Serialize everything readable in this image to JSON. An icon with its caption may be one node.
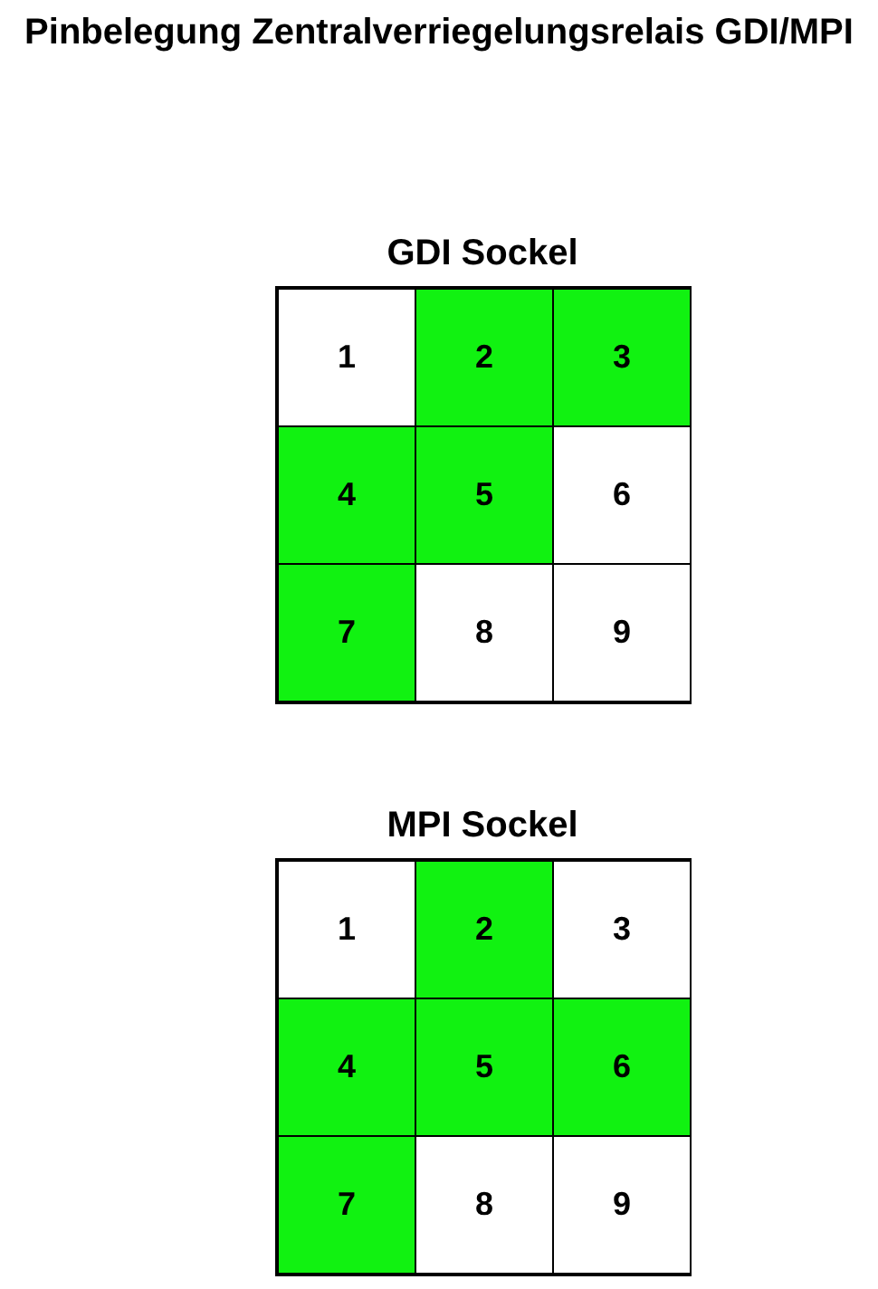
{
  "diagram": {
    "title": "Pinbelegung Zentralverriegelungsrelais GDI/MPI",
    "nodes": [
      {
        "text": [
          "GDI Sockel"
        ]
      },
      {
        "text": [
          "1"
        ],
        "in": 0
      },
      {
        "text": [
          "2"
        ],
        "in": 0
      },
      {
        "text": [
          "3"
        ],
        "in": 0
      },
      {
        "text": [
          "4"
        ],
        "in": 0
      },
      {
        "text": [
          "5"
        ],
        "in": 0
      },
      {
        "text": [
          "6"
        ],
        "in": 0
      },
      {
        "text": [
          "7"
        ],
        "in": 0
      },
      {
        "text": [
          "8"
        ],
        "in": 0
      },
      {
        "text": [
          "9"
        ],
        "in": 0
      },
      {
        "text": [
          "MPI Sockel"
        ]
      },
      {
        "text": [
          "1"
        ],
        "in": 10
      },
      {
        "text": [
          "2"
        ],
        "in": 10
      },
      {
        "text": [
          "3"
        ],
        "in": 10
      },
      {
        "text": [
          "4"
        ],
        "in": 10
      },
      {
        "text": [
          "5"
        ],
        "in": 10
      },
      {
        "text": [
          "6"
        ],
        "in": 10
      },
      {
        "text": [
          "7"
        ],
        "in": 10
      },
      {
        "text": [
          "8"
        ],
        "in": 10
      },
      {
        "text": [
          "9"
        ],
        "in": 10
      }
    ],
    "edges": []
  }
}
